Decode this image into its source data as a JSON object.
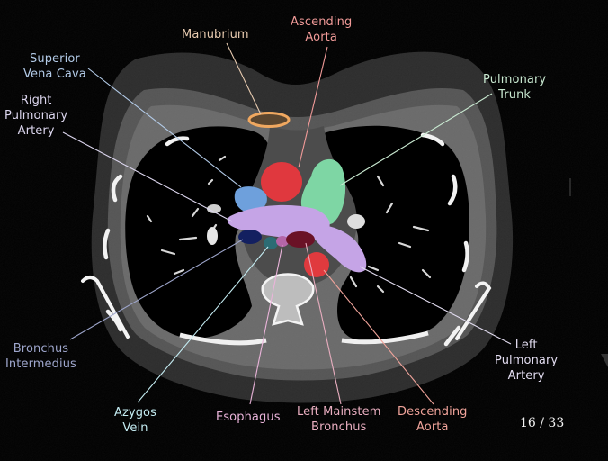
{
  "viewer": {
    "slice_counter": "16 / 33",
    "image_kind": "axial CT chest with color-coded mediastinal structures"
  },
  "labels": [
    {
      "id": "manubrium",
      "lines": [
        "Manubrium"
      ],
      "color": "#e8cbb0"
    },
    {
      "id": "ascending-aorta",
      "lines": [
        "Ascending",
        "Aorta"
      ],
      "color": "#f19a98"
    },
    {
      "id": "superior-vena-cava",
      "lines": [
        "Superior",
        "Vena Cava"
      ],
      "color": "#b3cbe8"
    },
    {
      "id": "right-pulmonary-artery",
      "lines": [
        "Right",
        "Pulmonary",
        "Artery"
      ],
      "color": "#dcd6ee"
    },
    {
      "id": "pulmonary-trunk",
      "lines": [
        "Pulmonary",
        "Trunk"
      ],
      "color": "#c8e8d0"
    },
    {
      "id": "bronchus-intermedius",
      "lines": [
        "Bronchus",
        "Intermedius"
      ],
      "color": "#9ea6cc"
    },
    {
      "id": "azygos-vein",
      "lines": [
        "Azygos",
        "Vein"
      ],
      "color": "#c4ecf2"
    },
    {
      "id": "esophagus",
      "lines": [
        "Esophagus"
      ],
      "color": "#eab4da"
    },
    {
      "id": "left-mainstem-bronchus",
      "lines": [
        "Left Mainstem",
        "Bronchus"
      ],
      "color": "#e9aec0"
    },
    {
      "id": "descending-aorta",
      "lines": [
        "Descending",
        "Aorta"
      ],
      "color": "#f0a39a"
    },
    {
      "id": "left-pulmonary-artery",
      "lines": [
        "Left",
        "Pulmonary",
        "Artery"
      ],
      "color": "#e2dcf0"
    }
  ],
  "structure_colors": {
    "manubrium": "#f0a860",
    "ascending_aorta": "#e0383e",
    "superior_vena_cava": "#6ea0dc",
    "pulmonary_trunk": "#7ed6a4",
    "pulmonary_arteries": "#c5a4e6",
    "bronchus_intermedius": "#132060",
    "azygos_vein": "#2c6c74",
    "esophagus": "#b466a8",
    "left_mainstem_bronchus": "#6a1226",
    "descending_aorta": "#e03a3e"
  }
}
